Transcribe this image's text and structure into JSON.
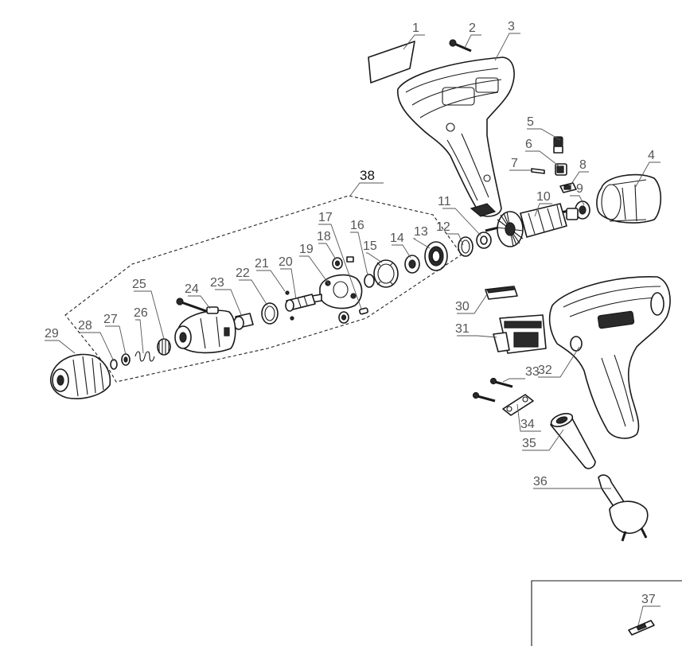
{
  "diagram": {
    "type": "exploded-parts-view",
    "group_label": "38",
    "callouts": [
      "1",
      "2",
      "3",
      "4",
      "5",
      "6",
      "7",
      "8",
      "9",
      "10",
      "11",
      "12",
      "13",
      "14",
      "15",
      "16",
      "17",
      "18",
      "19",
      "20",
      "21",
      "22",
      "23",
      "24",
      "25",
      "26",
      "27",
      "28",
      "29",
      "30",
      "31",
      "32",
      "33",
      "34",
      "35",
      "36",
      "37"
    ],
    "inset_label": "37"
  }
}
